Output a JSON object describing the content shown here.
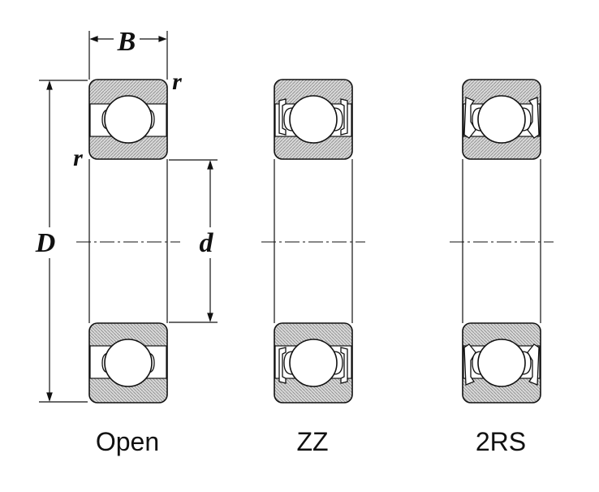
{
  "dimensions": {
    "width_label": "B",
    "outer_diameter_label": "D",
    "bore_label": "d",
    "radius_label_top": "r",
    "radius_label_bottom": "r"
  },
  "bearings": [
    {
      "label": "Open",
      "type": "open"
    },
    {
      "label": "ZZ",
      "type": "shield"
    },
    {
      "label": "2RS",
      "type": "seal"
    }
  ]
}
